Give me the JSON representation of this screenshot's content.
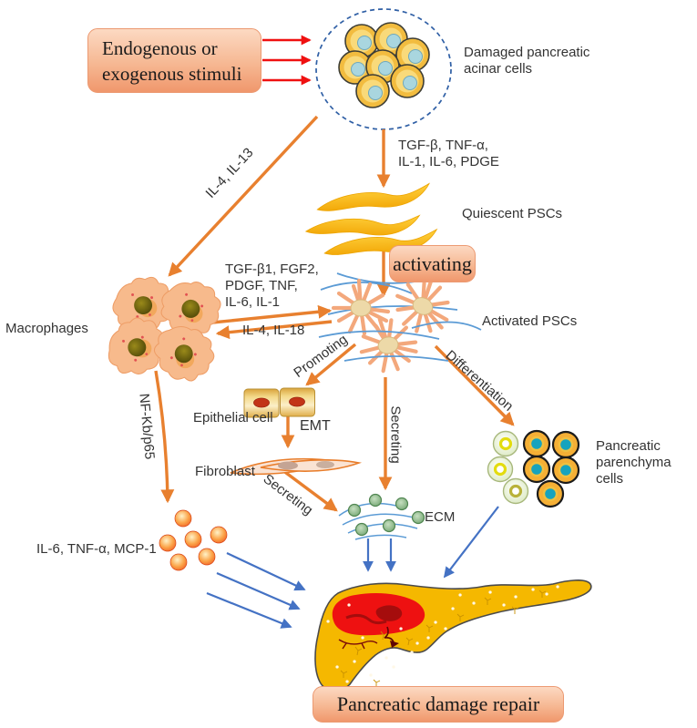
{
  "boxes": {
    "stimuli": "Endogenous or\nexogenous stimuli",
    "activating": "activating",
    "repair": "Pancreatic damage repair"
  },
  "labels": {
    "damaged_acinar": "Damaged pancreatic\nacinar cells",
    "cytokines_top": "TGF-β, TNF-α,\nIL-1, IL-6, PDGE",
    "quiescent_pscs": "Quiescent PSCs",
    "il4_il13": "IL-4, IL-13",
    "cytokines_left": "TGF-β1, FGF2,\nPDGF, TNF,\nIL-6, IL-1",
    "il4_il18": "IL-4, IL-18",
    "macrophages": "Macrophages",
    "activated_pscs": "Activated PSCs",
    "promoting": "Promoting",
    "differentiation": "Differentiation",
    "secreting_psc": "Secreting",
    "epithelial_cell": "Epithelial cell",
    "emt": "EMT",
    "fibroblast": "Fibroblast",
    "secreting_fibroblast": "Secreting",
    "ecm": "ECM",
    "parenchyma": "Pancreatic\nparenchyma cells",
    "nfkb": "NF-Kb/p65",
    "mac_cytokines": "IL-6, TNF-α, MCP-1"
  },
  "colors": {
    "arrow_orange": "#E8802F",
    "arrow_red": "#EF1010",
    "arrow_blue": "#4472C4",
    "box_fill_top": "#FCD9C2",
    "box_fill_bottom": "#F0976C",
    "box_border": "#EC9A72",
    "dashed_circle": "#2F5FA5",
    "pancreas_fill": "#F5B800",
    "damage_fill": "#EE1111",
    "ecm_green": "#74A873",
    "psc_spike_orange": "#F3A87C",
    "macrophage_fill": "#F7BA8C",
    "acinar_yellow": "#F2BC3F"
  }
}
